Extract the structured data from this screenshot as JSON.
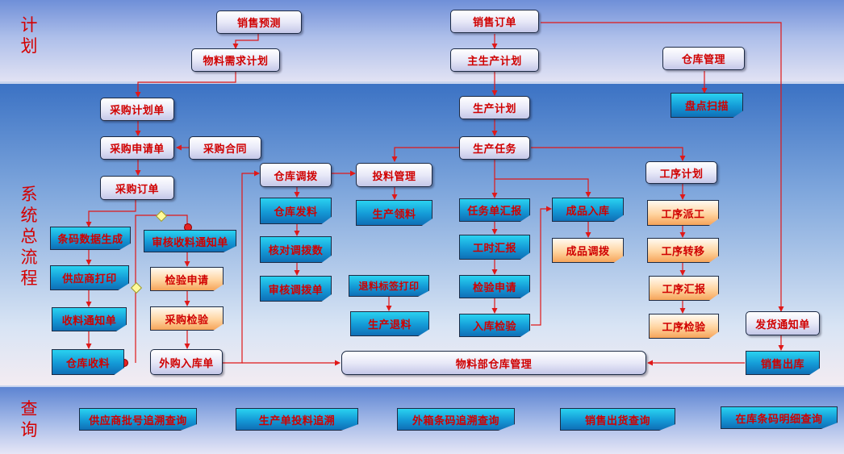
{
  "lanes": {
    "plan": "计划",
    "flow": "系统总流程",
    "query": "查询"
  },
  "nodes": {
    "sales_forecast": "销售预测",
    "sales_order": "销售订单",
    "mrp": "物料需求计划",
    "mps": "主生产计划",
    "warehouse_mgmt": "仓库管理",
    "inventory_scan": "盘点扫描",
    "purchase_plan": "采购计划单",
    "production_plan": "生产计划",
    "purchase_request": "采购申请单",
    "purchase_contract": "采购合同",
    "production_task": "生产任务",
    "purchase_order": "采购订单",
    "warehouse_transfer": "仓库调拨",
    "material_issue_mgmt": "投料管理",
    "process_plan": "工序计划",
    "barcode_gen": "条码数据生成",
    "review_receipt_notice": "审核收料通知单",
    "warehouse_dispatch": "仓库发料",
    "production_pick": "生产领料",
    "task_report": "任务单汇报",
    "finished_receipt": "成品入库",
    "process_dispatch": "工序派工",
    "supplier_print": "供应商打印",
    "inspection_request_a": "检验申请",
    "check_transfer_qty": "核对调拨数",
    "work_hours_report": "工时汇报",
    "finished_transfer": "成品调拨",
    "process_transfer": "工序转移",
    "review_transfer": "审核调拨单",
    "return_label_print": "退料标签打印",
    "inspection_request_b": "检验申请",
    "process_report": "工序汇报",
    "receipt_notice": "收料通知单",
    "purchase_inspection": "采购检验",
    "production_return": "生产退料",
    "stockin_inspection": "入库检验",
    "process_inspection": "工序检验",
    "delivery_notice": "发货通知单",
    "warehouse_receipt": "仓库收料",
    "external_stockin": "外购入库单",
    "material_dept_wh": "物料部仓库管理",
    "sales_outbound": "销售出库"
  },
  "queries": {
    "supplier_batch": "供应商批号追溯查询",
    "production_order_trace": "生产单投料追溯",
    "outer_box_trace": "外箱条码追溯查询",
    "sales_shipment": "销售出货查询",
    "stock_barcode_detail": "在库条码明细查询"
  },
  "colors": {
    "text_red": "#d00000",
    "connector_red": "#e01818"
  }
}
